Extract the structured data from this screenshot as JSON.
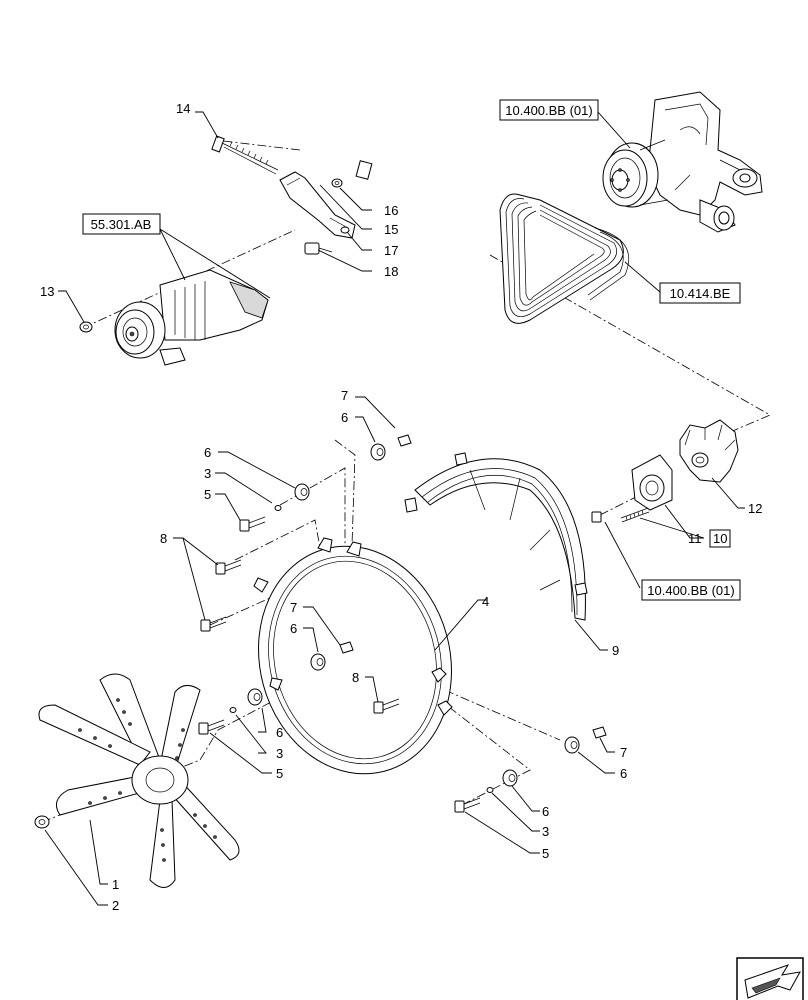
{
  "callouts": {
    "c1": "1",
    "c2": "2",
    "c3a": "3",
    "c3b": "3",
    "c3c": "3",
    "c4": "4",
    "c5a": "5",
    "c5b": "5",
    "c5c": "5",
    "c6a": "6",
    "c6b": "6",
    "c6c": "6",
    "c6d": "6",
    "c6e": "6",
    "c6f": "6",
    "c7a": "7",
    "c7b": "7",
    "c7c": "7",
    "c8a": "8",
    "c8b": "8",
    "c9": "9",
    "c10": "10",
    "c11": "11",
    "c12": "12",
    "c13": "13",
    "c14": "14",
    "c15": "15",
    "c16": "16",
    "c17": "17",
    "c18": "18"
  },
  "references": {
    "water_pump": "10.400.BB (01)",
    "belt": "10.414.BE",
    "alternator": "55.301.AB",
    "pulley_hub": "10.400.BB (01)"
  },
  "icons": {
    "nav_arrow": "next-page-arrow-icon"
  }
}
